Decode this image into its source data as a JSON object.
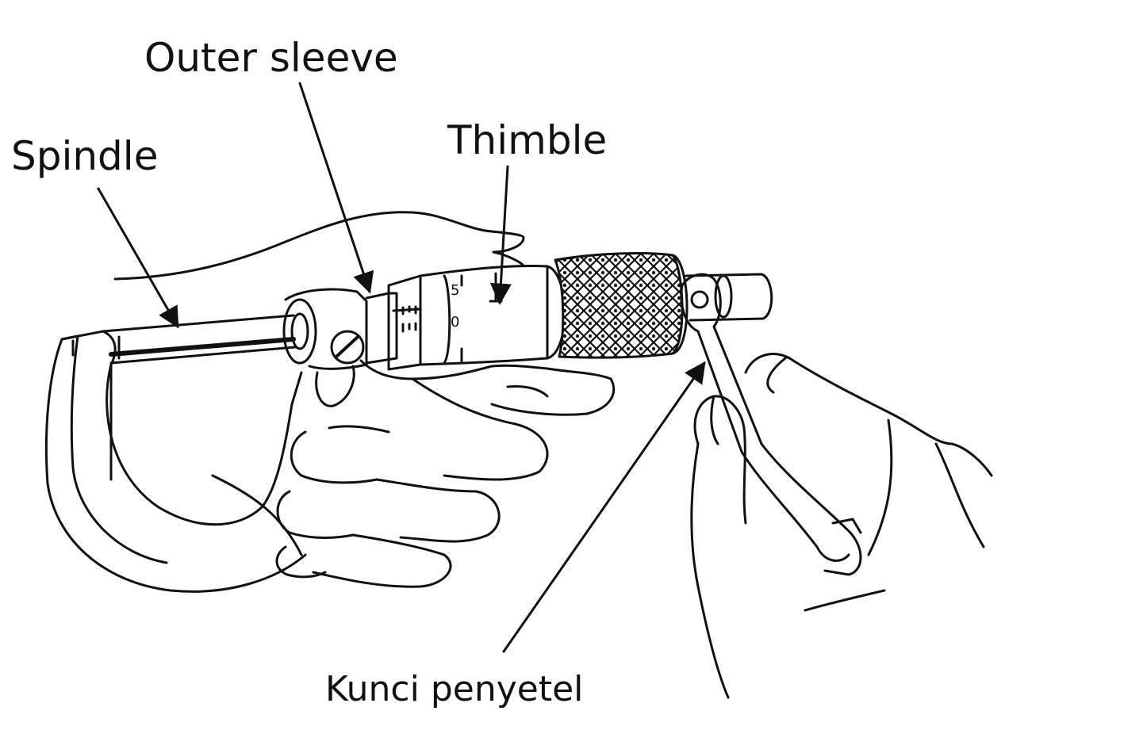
{
  "labels": {
    "outer_sleeve": "Outer sleeve",
    "spindle": "Spindle",
    "thimble": "Thimble",
    "kunci_penyetel": "Kunci penyetel"
  },
  "sleeve_marks": {
    "top": "5",
    "bottom": "0"
  },
  "colors": {
    "ink": "#111111",
    "paper": "#ffffff"
  }
}
